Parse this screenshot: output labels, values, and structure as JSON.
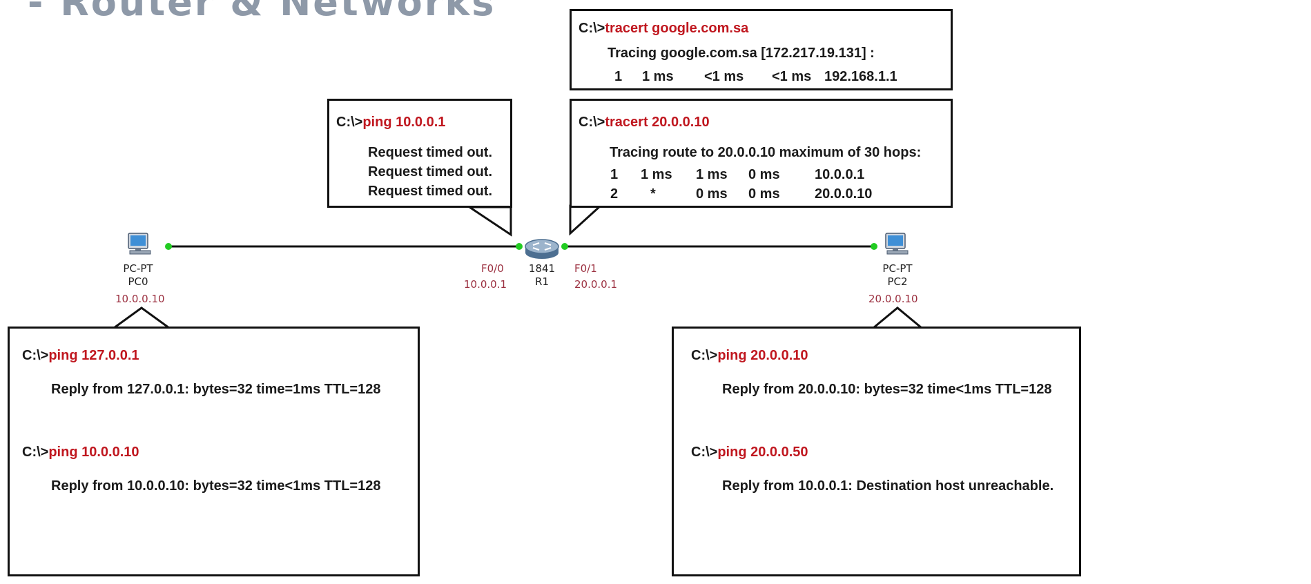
{
  "title": "- Router & Networks",
  "devices": {
    "pc0": {
      "model": "PC-PT",
      "name": "PC0",
      "ip": "10.0.0.10"
    },
    "r1": {
      "model": "1841",
      "name": "R1",
      "f00": "F0/0",
      "f00_ip": "10.0.0.1",
      "f01": "F0/1",
      "f01_ip": "20.0.0.1"
    },
    "pc2": {
      "model": "PC-PT",
      "name": "PC2",
      "ip": "20.0.0.10"
    }
  },
  "prompt": "C:\\>",
  "boxes": {
    "tracert_google": {
      "cmd": "tracert google.com.sa",
      "line1": "Tracing google.com.sa [172.217.19.131] :",
      "row": [
        "1",
        "1 ms",
        "<1 ms",
        "<1 ms",
        "192.168.1.1"
      ]
    },
    "ping_router": {
      "cmd": "ping 10.0.0.1",
      "lines": [
        "Request timed out.",
        "Request timed out.",
        "Request timed out."
      ]
    },
    "tracert_pc2": {
      "cmd": "tracert 20.0.0.10",
      "line1": "Tracing route to 20.0.0.10  maximum of 30 hops:",
      "rows": [
        [
          "1",
          "1 ms",
          "1 ms",
          "0 ms",
          "10.0.0.1"
        ],
        [
          "2",
          "*",
          "0 ms",
          "0 ms",
          "20.0.0.10"
        ]
      ]
    },
    "pc0_box": {
      "cmd1": "ping 127.0.0.1",
      "reply1": "Reply from 127.0.0.1: bytes=32 time=1ms TTL=128",
      "cmd2": "ping 10.0.0.10",
      "reply2": "Reply from 10.0.0.10: bytes=32 time<1ms TTL=128"
    },
    "pc2_box": {
      "cmd1": "ping 20.0.0.10",
      "reply1": "Reply from 20.0.0.10: bytes=32 time<1ms TTL=128",
      "cmd2": "ping 20.0.0.50",
      "reply2": "Reply from 10.0.0.1: Destination host unreachable."
    }
  },
  "colors": {
    "command": "#c0171f",
    "ip_label": "#9b2f3f",
    "link_up": "#22cc22",
    "title": "#8e99a8"
  },
  "icons": [
    "pc-icon",
    "router-icon"
  ]
}
